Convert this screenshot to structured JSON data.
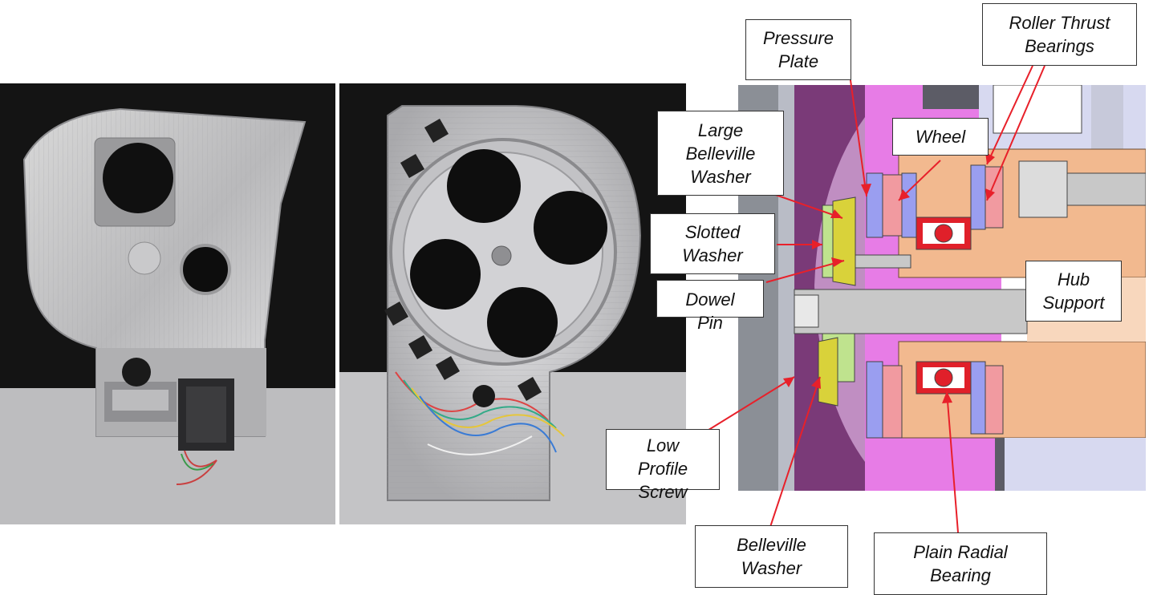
{
  "labels": {
    "pressure_plate": "Pressure\nPlate",
    "roller_thrust_bearings": "Roller Thrust\nBearings",
    "large_belleville_washer": "Large\nBelleville\nWasher",
    "wheel": "Wheel",
    "slotted_washer": "Slotted\nWasher",
    "dowel_pin": "Dowel\nPin",
    "hub_support": "Hub\nSupport",
    "low_profile_screw": "Low\nProfile\nScrew",
    "belleville_washer": "Belleville\nWasher",
    "plain_radial_bearing": "Plain Radial\nBearing"
  },
  "colors": {
    "leader_line": "#e8202a",
    "pressure_plate": "#7a3a78",
    "wheel_body": "#e77ce6",
    "hub_support": "#f2b98f",
    "thrust_bearing": "#f19aa0",
    "washer": "#bfe38e",
    "belleville": "#d9d23a",
    "bearing_ball": "#e0202a",
    "screw": "#c8c8c8"
  }
}
